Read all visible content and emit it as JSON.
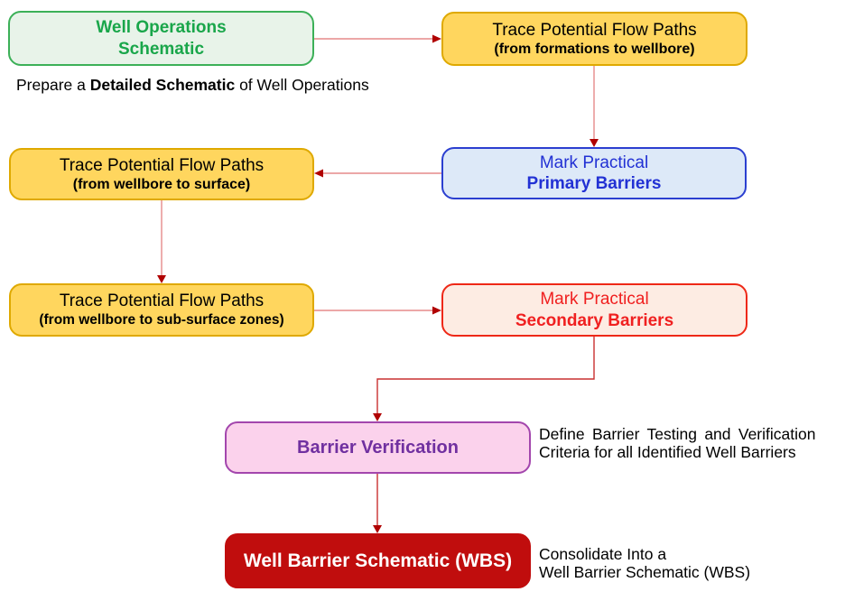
{
  "colors": {
    "green_fill": "#e8f3e9",
    "green_border": "#3cb058",
    "green_text": "#19a64a",
    "yellow_fill": "#ffd65e",
    "yellow_border": "#dfa900",
    "blue_fill": "#dde9f8",
    "blue_border": "#2b3fd0",
    "blue_text": "#2231d4",
    "red_fill": "#fdece3",
    "red_border": "#ee2817",
    "red_text": "#f02020",
    "pink_fill": "#fbd2ec",
    "pink_border": "#a346ad",
    "purple_text": "#7030a0",
    "darkred_fill": "#c00d0d",
    "white_text": "#ffffff",
    "black_text": "#000000",
    "connector_light": "#e58a8a",
    "connector_dark": "#c93030",
    "arrowhead": "#b00000"
  },
  "nodes": {
    "well_operations": {
      "line1": "Well Operations",
      "line2": "Schematic"
    },
    "trace_formations": {
      "line1": "Trace Potential Flow Paths",
      "line2": "(from formations to wellbore)"
    },
    "primary_barriers": {
      "line1": "Mark Practical",
      "line2": "Primary Barriers"
    },
    "trace_surface": {
      "line1": "Trace Potential Flow Paths",
      "line2": "(from wellbore to surface)"
    },
    "trace_subsurface": {
      "line1": "Trace Potential Flow Paths",
      "line2": "(from wellbore to sub-surface zones)"
    },
    "secondary_barriers": {
      "line1": "Mark Practical",
      "line2": "Secondary Barriers"
    },
    "barrier_verification": {
      "label": "Barrier Verification"
    },
    "wbs": {
      "label": "Well Barrier Schematic (WBS)"
    }
  },
  "annotations": {
    "prepare": {
      "prefix": "Prepare a ",
      "bold": "Detailed Schematic",
      "suffix": " of Well Operations"
    },
    "define": {
      "line1": "Define Barrier Testing and Verification",
      "line2": "Criteria for all Identified Well Barriers"
    },
    "consolidate": {
      "line1": "Consolidate Into a",
      "line2": "Well Barrier Schematic (WBS)"
    }
  }
}
